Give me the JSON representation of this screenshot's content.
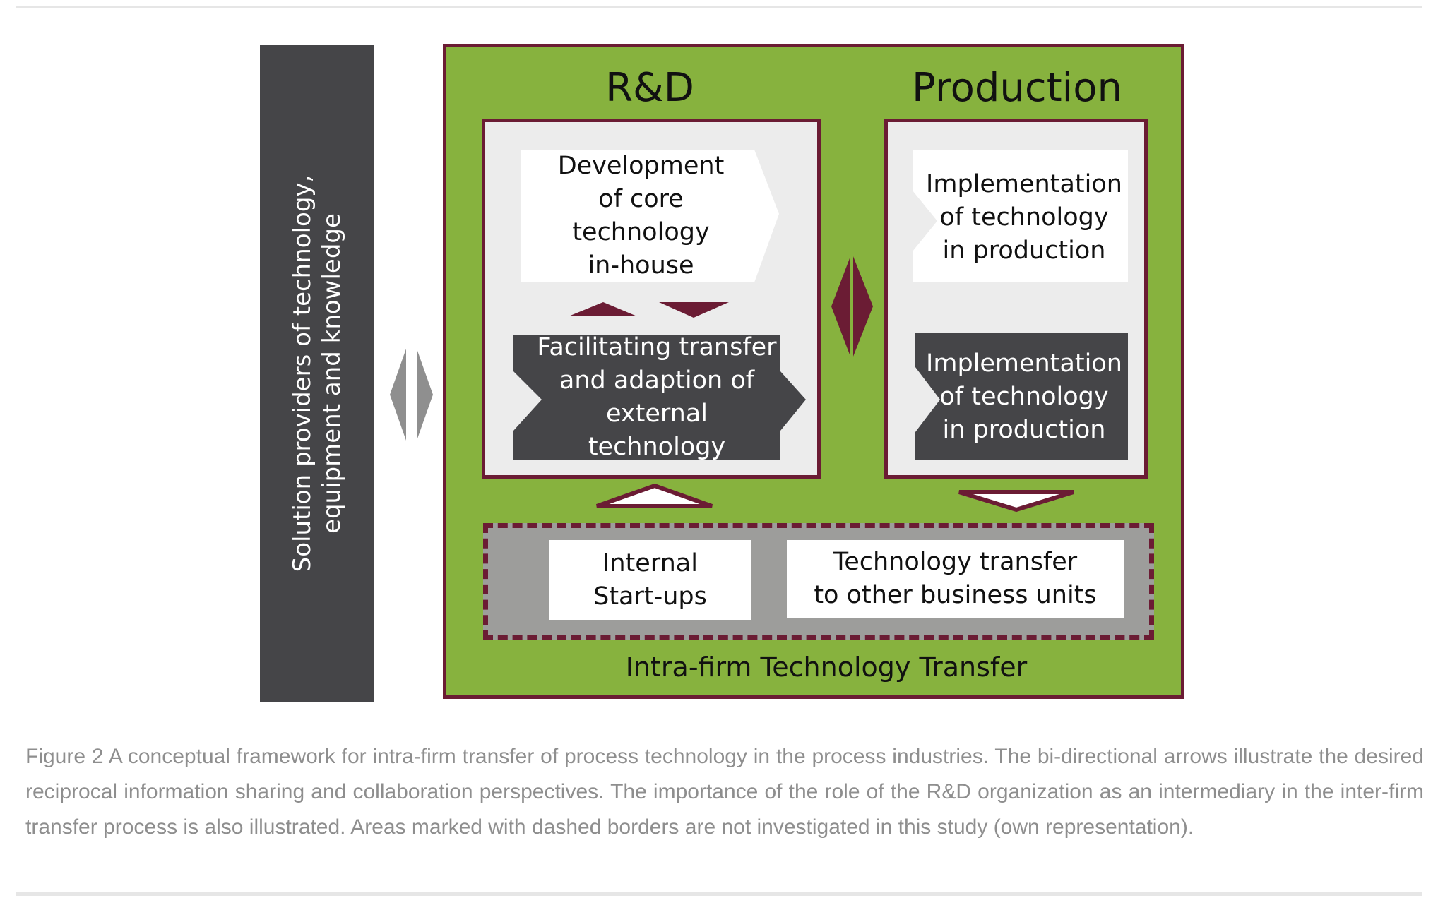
{
  "diagram": {
    "sidebar_text": "Solution providers of technology,\nequipment  and knowledge",
    "rd_title": "R&D",
    "production_title": "Production",
    "rd_core": "Development\nof core technology\nin-house",
    "rd_external": "Facilitating transfer\nand adaption of\nexternal technology",
    "prod_top": "Implementation\nof technology\nin production",
    "prod_bottom": "Implementation\nof technology\nin production",
    "startups": "Internal\nStart-ups",
    "transfer_units": "Technology transfer\nto other business units",
    "intra_firm_label": "Intra-firm Technology Transfer",
    "colors": {
      "green": "#87b23e",
      "maroon": "#6b1c34",
      "dark_gray": "#454548",
      "mid_gray": "#9d9d9b",
      "light_gray": "#ececec"
    }
  },
  "caption": "Figure 2 A conceptual framework for intra-firm transfer of process technology in the process industries. The bi-directional arrows illustrate the desired reciprocal information sharing and collaboration perspectives. The importance of the role of the R&D organization as an intermediary in the inter-firm transfer process is also illustrated. Areas marked with dashed borders are not investigated in this study (own representation)."
}
